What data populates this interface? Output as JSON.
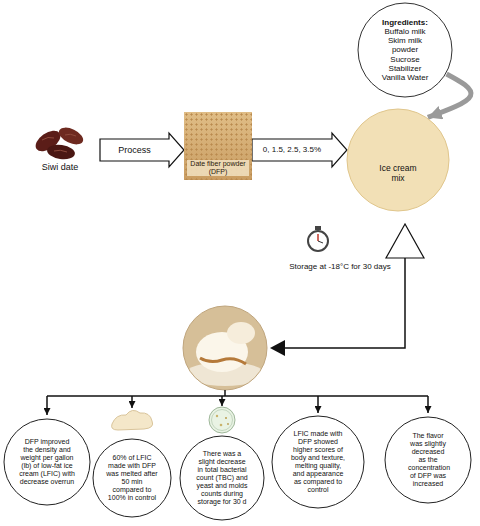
{
  "diagram": {
    "nodes": [
      {
        "text": [
          "Ingredients:",
          "Buffalo milk Skim milk powder Sucrose Stabilizer Vanilla Water"
        ]
      },
      {
        "text": [
          "Siwi date"
        ]
      },
      {
        "text": [
          "Date fiber powder (DFP)"
        ]
      },
      {
        "text": [
          "Ice cream mix"
        ]
      },
      {
        "text": [
          "DFP improved the density and weight per gallon (lb) of low-fat ice cream (LFIC) with decrease overrun"
        ]
      },
      {
        "text": [
          "60% of LFIC made with DFP was melted after 50 min compared to 100% in control"
        ]
      },
      {
        "text": [
          "There was a slight decrease in total bacterial count (TBC) and yeast and molds counts during storage for 30 d"
        ]
      },
      {
        "text": [
          "LFIC made with DFP showed higher scores of body and texture, melting quality, and appearance as compared to control"
        ]
      },
      {
        "text": [
          "The flavor was slightly decreased as the concentration of DFP was increased"
        ]
      }
    ],
    "edges": [
      {
        "from": 1,
        "to": 2,
        "arrow": "to",
        "label": "Process"
      },
      {
        "from": 2,
        "to": 3,
        "arrow": "to",
        "label": "0, 1.5, 2.5, 3.5%"
      },
      {
        "from": 0,
        "to": 3,
        "arrow": "to"
      }
    ],
    "labels": [
      "Storage at -18°C for 30 days"
    ]
  }
}
